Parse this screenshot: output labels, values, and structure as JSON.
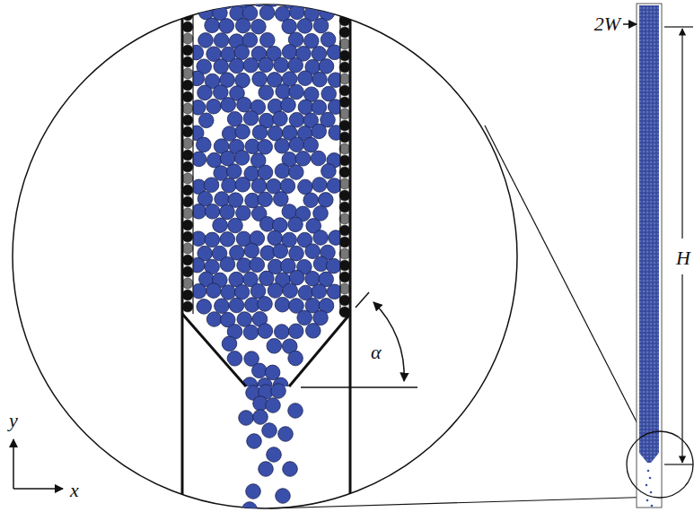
{
  "diagram": {
    "labels": [
      "2W",
      "H",
      "α",
      "y",
      "x"
    ]
  }
}
